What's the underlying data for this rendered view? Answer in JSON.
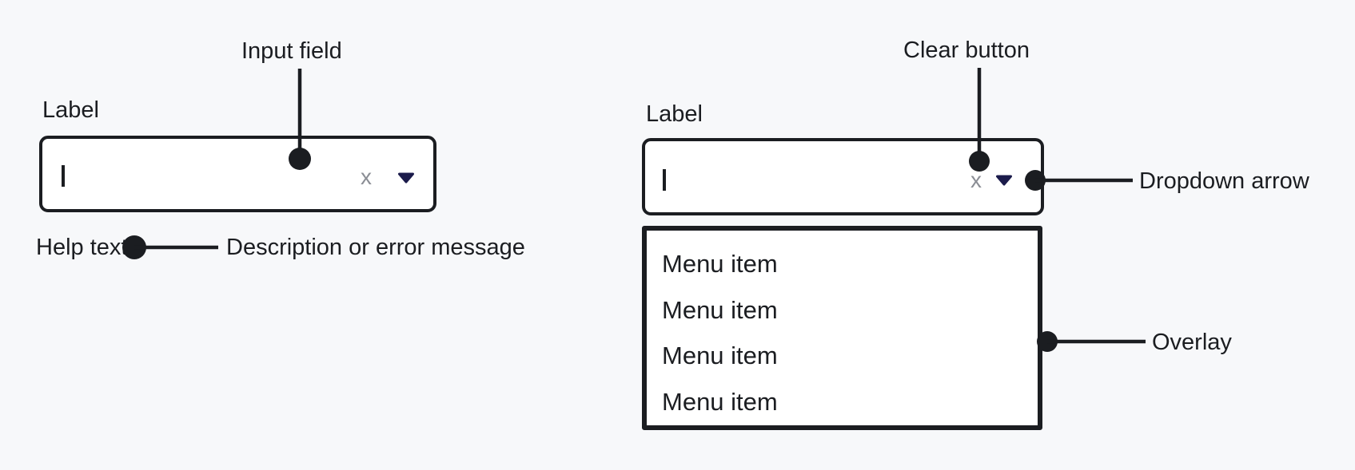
{
  "colors": {
    "background": "#f7f8fa",
    "ink": "#1b1d21",
    "surface": "#ffffff",
    "arrow_navy": "#1b1b4b",
    "clear_gray": "#8b8e95"
  },
  "annotations": {
    "input_field": "Input field",
    "clear_button": "Clear button",
    "description": "Description or error message",
    "dropdown_arrow": "Dropdown arrow",
    "overlay": "Overlay"
  },
  "left_combobox": {
    "label": "Label",
    "value": "",
    "clear_glyph": "x",
    "help_text": "Help text"
  },
  "right_combobox": {
    "label": "Label",
    "value": "",
    "clear_glyph": "x",
    "menu_items": [
      "Menu item",
      "Menu item",
      "Menu item",
      "Menu item"
    ]
  }
}
